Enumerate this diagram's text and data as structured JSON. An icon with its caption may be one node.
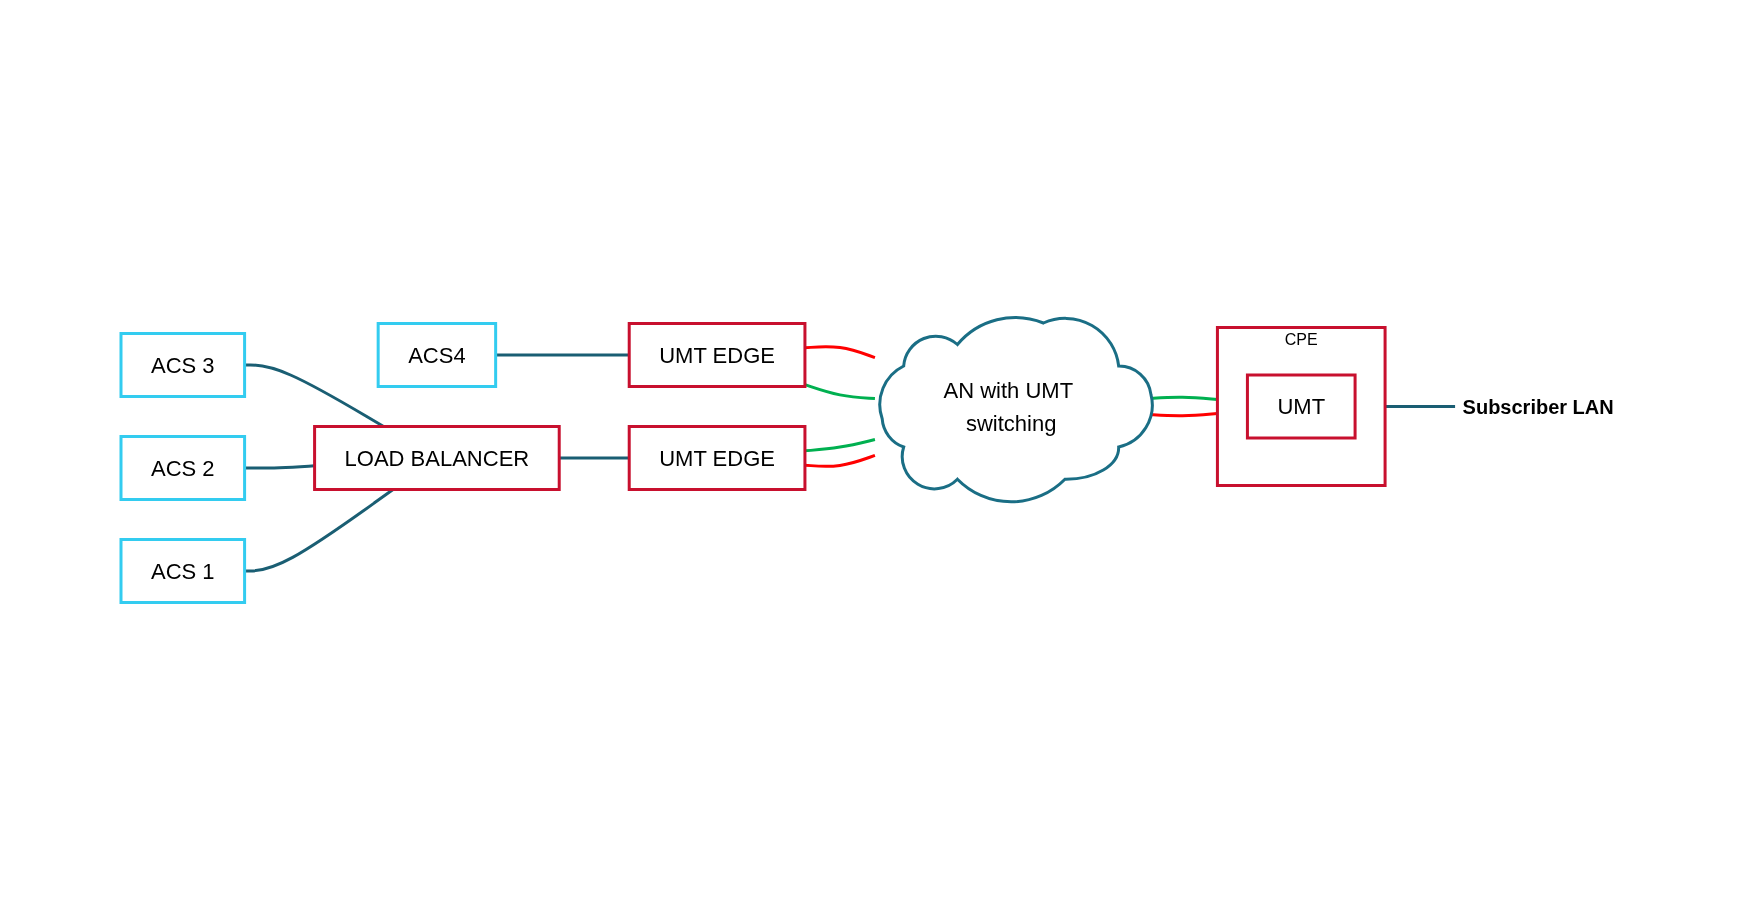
{
  "diagram": {
    "nodes": [
      {
        "text": [
          "ACS4"
        ]
      },
      {
        "text": [
          "UMT EDGE"
        ]
      },
      {
        "text": [
          "LOAD BALANCER"
        ]
      },
      {
        "text": [
          "ACS 3"
        ]
      },
      {
        "text": [
          "ACS 2"
        ]
      },
      {
        "text": [
          "ACS 1"
        ]
      },
      {
        "text": [
          "UMT EDGE"
        ]
      },
      {
        "text": [
          "AN with UMT switching"
        ]
      },
      {
        "text": [
          "CPE"
        ]
      },
      {
        "text": [
          "UMT"
        ],
        "in": 8
      },
      {
        "text": [
          "Subscriber LAN"
        ]
      }
    ],
    "edges": [
      {
        "from": 0,
        "to": 1,
        "arrow": "none"
      },
      {
        "from": 1,
        "to": 7,
        "arrow": "none",
        "color": "#ff0000"
      },
      {
        "from": 1,
        "to": 7,
        "arrow": "none",
        "color": "#00b050"
      },
      {
        "from": 3,
        "to": 2,
        "arrow": "none"
      },
      {
        "from": 4,
        "to": 2,
        "arrow": "none"
      },
      {
        "from": 5,
        "to": 2,
        "arrow": "none"
      },
      {
        "from": 2,
        "to": 6,
        "arrow": "none"
      },
      {
        "from": 6,
        "to": 7,
        "arrow": "none",
        "color": "#00b050"
      },
      {
        "from": 6,
        "to": 7,
        "arrow": "none",
        "color": "#ff0000"
      },
      {
        "from": 7,
        "to": 8,
        "arrow": "none",
        "color": "#00b050"
      },
      {
        "from": 7,
        "to": 8,
        "arrow": "none",
        "color": "#ff0000"
      },
      {
        "from": 8,
        "to": 10,
        "arrow": "none"
      }
    ]
  }
}
